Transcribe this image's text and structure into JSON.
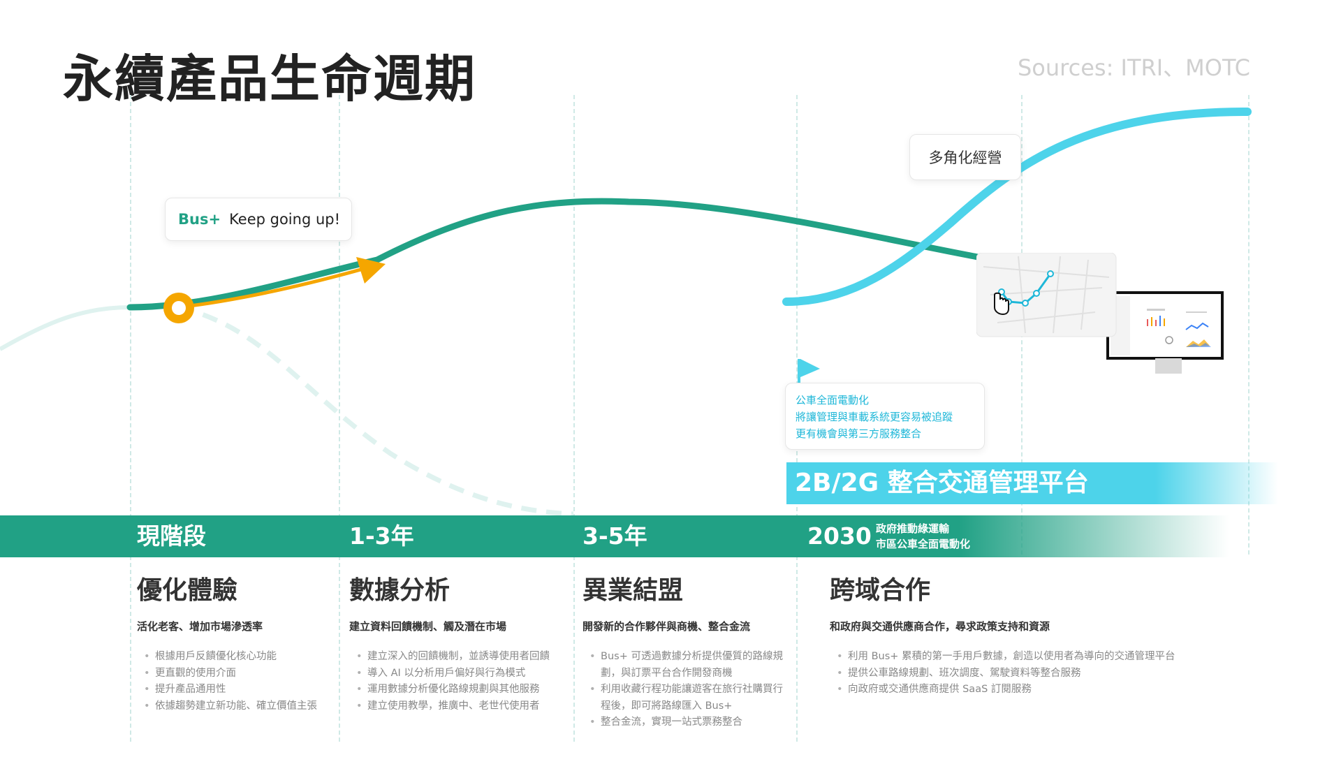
{
  "title": "永續產品生命週期",
  "sources": "Sources: ITRI、MOTC",
  "bubbles": {
    "bus_brand": "Bus+",
    "bus_tagline": "Keep going up!",
    "diversify": "多角化經營",
    "note_lines": [
      "公車全面電動化",
      "將讓管理與車載系統更容易被追蹤",
      "更有機會與第三方服務整合"
    ]
  },
  "platform": {
    "label": "2B/2G  整合交通管理平台"
  },
  "stages": [
    {
      "label": "現階段",
      "heading": "優化體驗",
      "subtitle": "活化老客、增加市場滲透率",
      "bullets": [
        "根據用戶反饋優化核心功能",
        "更直觀的使用介面",
        "提升產品通用性",
        "依據趨勢建立新功能、確立價值主張"
      ]
    },
    {
      "label": "1-3年",
      "heading": "數據分析",
      "subtitle": "建立資料回饋機制、觸及潛在市場",
      "bullets": [
        "建立深入的回饋機制，並誘導使用者回饋",
        "導入 AI 以分析用戶偏好與行為模式",
        "運用數據分析優化路線規劃與其他服務",
        "建立使用教學，推廣中、老世代使用者"
      ]
    },
    {
      "label": "3-5年",
      "heading": "異業結盟",
      "subtitle": "開發新的合作夥伴與商機、整合金流",
      "bullets": [
        "Bus+ 可透過數據分析提供優質的路線規劃，與訂票平台合作開發商機",
        "利用收藏行程功能讓遊客在旅行社購買行程後，即可將路線匯入 Bus+",
        "整合金流，實現一站式票務整合"
      ]
    },
    {
      "label": "2030",
      "label_sub": [
        "政府推動綠運輸",
        "市區公車全面電動化"
      ],
      "heading": "跨域合作",
      "subtitle": "和政府與交通供應商合作，尋求政策支持和資源",
      "bullets": [
        "利用 Bus+ 累積的第一手用戶數據，創造以使用者為導向的交通管理平台",
        "提供公車路線規劃、班次調度、駕駛資料等整合服務",
        "向政府或交通供應商提供 SaaS 訂閱服務"
      ]
    }
  ],
  "colors": {
    "green": "#21a185",
    "cyan": "#4dd3ea",
    "orange": "#f5a600",
    "pale": "#dff2ef"
  },
  "icons": [
    "current-position-marker",
    "growth-arrow-icon",
    "flag-icon",
    "pointer-hand-icon",
    "monitor-icon"
  ]
}
